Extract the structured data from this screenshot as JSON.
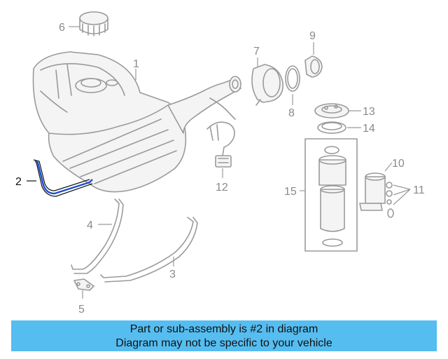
{
  "callouts": {
    "c1": "1",
    "c2": "2",
    "c3": "3",
    "c4": "4",
    "c5": "5",
    "c6": "6",
    "c7": "7",
    "c8": "8",
    "c9": "9",
    "c10": "10",
    "c11": "11",
    "c12": "12",
    "c13": "13",
    "c14": "14",
    "c15": "15"
  },
  "highlight_color": "#1a4fd1",
  "banner": {
    "line1": "Part or sub-assembly is #2 in diagram",
    "line2": "Diagram may not be specific to your vehicle",
    "color": "#56bdf0"
  }
}
